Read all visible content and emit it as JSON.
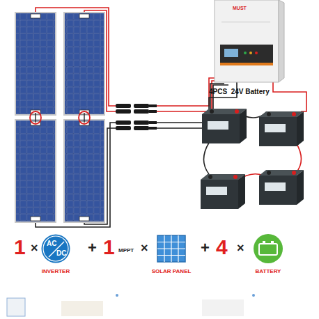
{
  "diagram": {
    "nodes": [
      {
        "text": [
          "AC",
          "DC"
        ]
      }
    ],
    "labels": [
      "MUST",
      "4PCS  24V Battery",
      "1",
      "×",
      "INVERTER",
      "+",
      "1",
      "MPPT",
      "×",
      "SOLAR PANEL",
      "+",
      "4",
      "×",
      "BATTERY"
    ]
  }
}
